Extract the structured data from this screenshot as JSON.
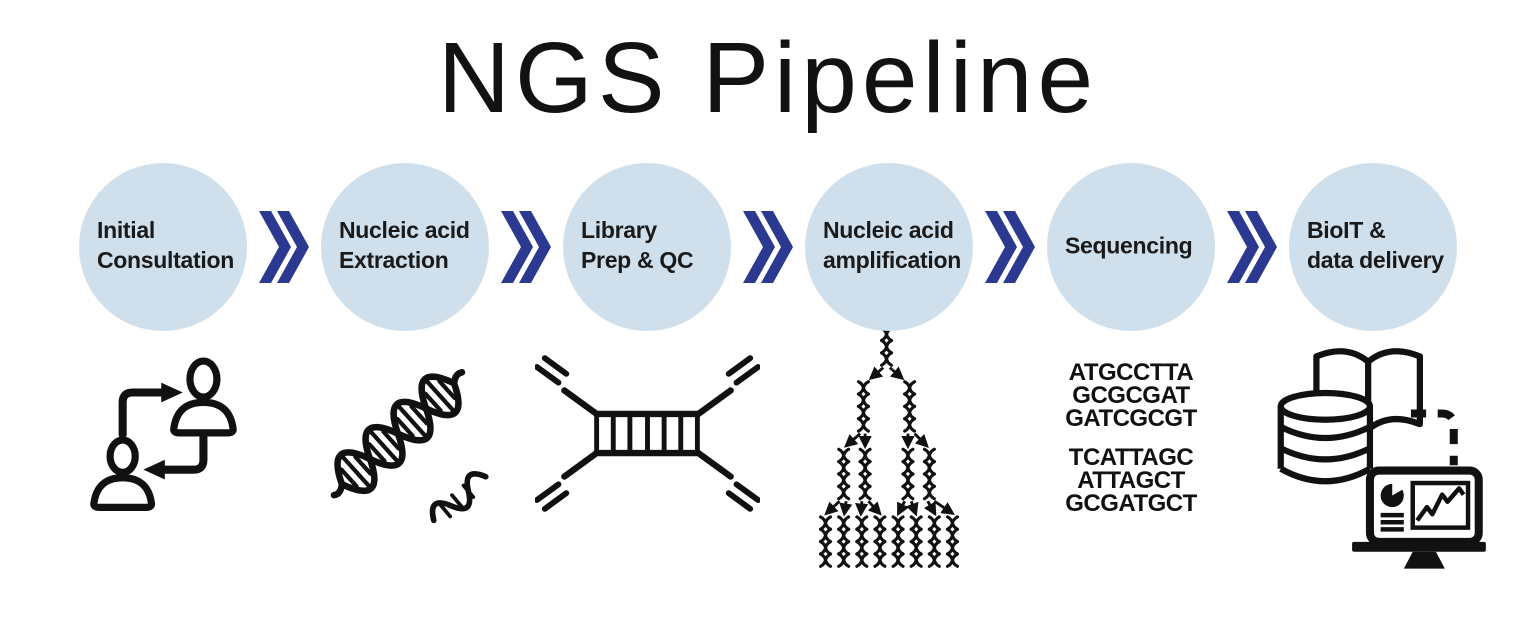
{
  "title": "NGS Pipeline",
  "colors": {
    "circle_fill": "#cfe0ec",
    "chevron_blue": "#2b3990",
    "icon_ink": "#111111"
  },
  "steps": [
    {
      "label": "Initial\nConsultation",
      "icon": "consultation-cycle-icon"
    },
    {
      "label": "Nucleic acid\nExtraction",
      "icon": "dna-helix-icon"
    },
    {
      "label": "Library\nPrep & QC",
      "icon": "library-fragment-icon"
    },
    {
      "label": "Nucleic acid\namplification",
      "icon": "amplification-tree-icon"
    },
    {
      "label": "Sequencing",
      "icon": "sequence-reads",
      "reads_top": [
        "ATGCCTTA",
        "GCGCGAT",
        "GATCGCGT"
      ],
      "reads_bottom": [
        "TCATTAGC",
        "ATTAGCT",
        "GCGATGCT"
      ]
    },
    {
      "label": "BioIT &\ndata delivery",
      "icon": "bioit-data-delivery-icon"
    }
  ]
}
